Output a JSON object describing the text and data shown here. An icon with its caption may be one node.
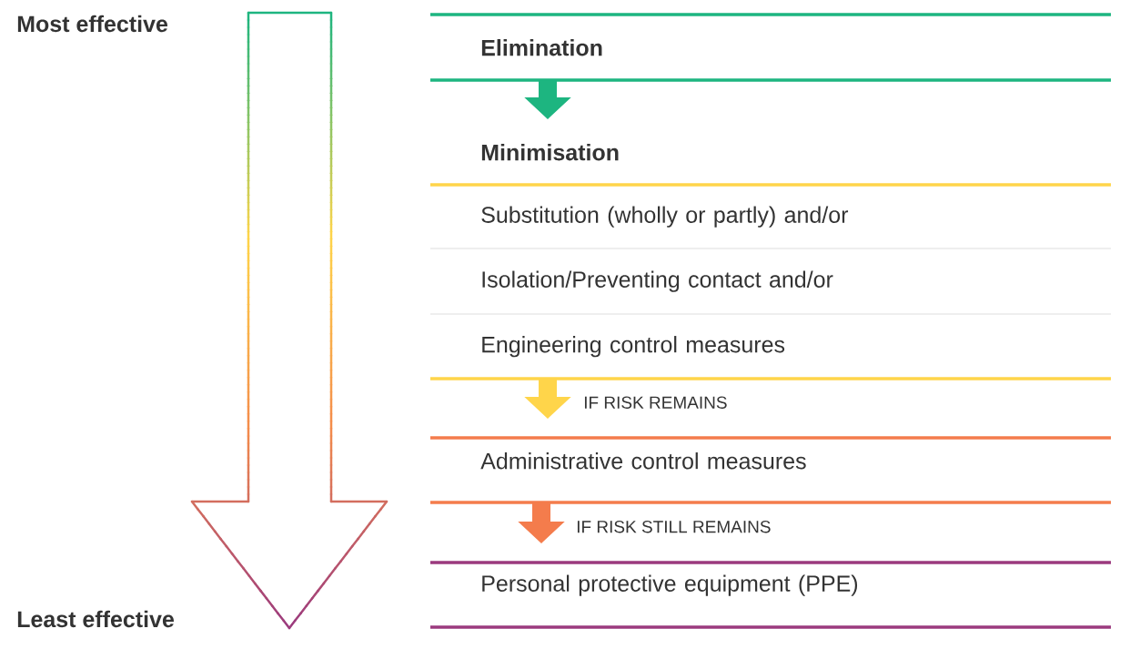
{
  "diagram": {
    "nodes": [
      {
        "text": [
          "Elimination"
        ]
      },
      {
        "text": [
          "Minimisation"
        ]
      },
      {
        "text": [
          "Substitution (wholly or partly) and/or"
        ]
      },
      {
        "text": [
          "Isolation/Preventing contact and/or"
        ]
      },
      {
        "text": [
          "Engineering control measures"
        ]
      },
      {
        "text": [
          "Administrative control measures"
        ]
      },
      {
        "text": [
          "Personal protective equipment (PPE)"
        ]
      }
    ],
    "edges": [
      {
        "from": 0,
        "to": 1,
        "arrow": "to",
        "color": "#1db580"
      },
      {
        "from": 4,
        "to": 5,
        "arrow": "to",
        "label": "IF RISK REMAINS",
        "color": "#ffd54a"
      },
      {
        "from": 5,
        "to": 6,
        "arrow": "to",
        "label": "IF RISK STILL REMAINS",
        "color": "#f47c4c"
      }
    ],
    "labels": [
      "Most effective",
      "Least effective"
    ]
  }
}
